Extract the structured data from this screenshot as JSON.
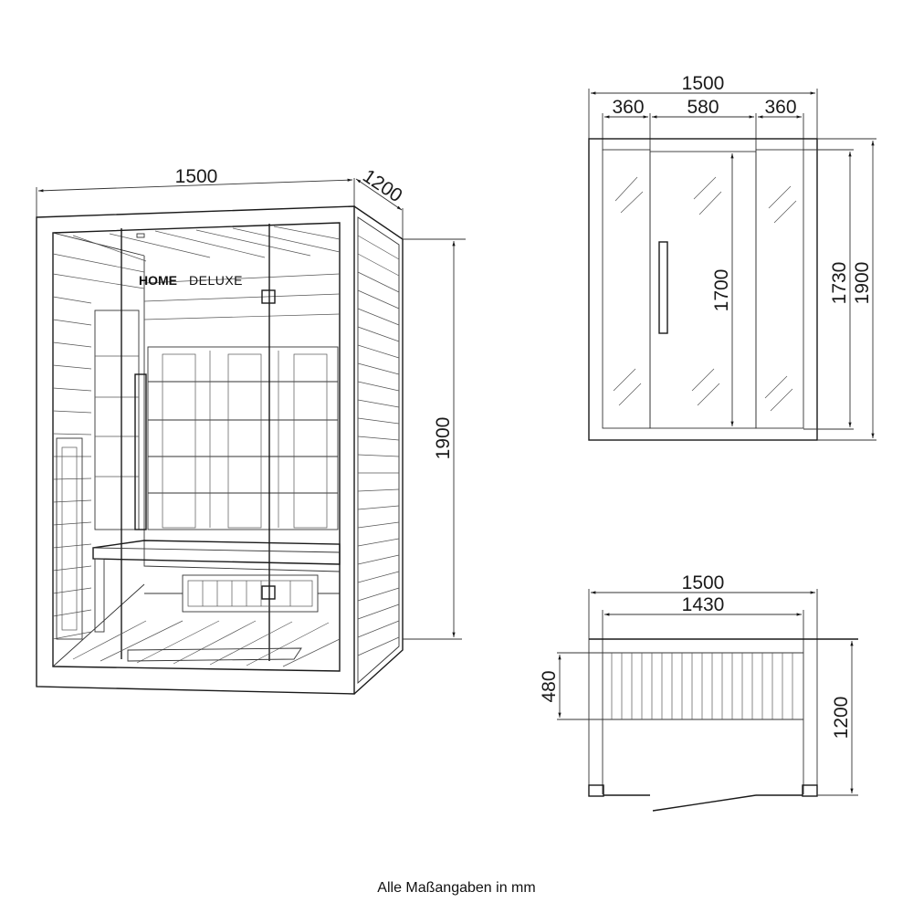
{
  "brand": {
    "logo_bold": "HOME",
    "logo_light": "DELUXE"
  },
  "perspective_view": {
    "width_label": "1500",
    "depth_label": "1200",
    "height_label": "1900"
  },
  "front_view": {
    "total_width_label": "1500",
    "left_panel_label": "360",
    "door_label": "580",
    "right_panel_label": "360",
    "door_height_label": "1700",
    "glass_height_label": "1730",
    "total_height_label": "1900"
  },
  "top_view": {
    "outer_width_label": "1500",
    "inner_width_label": "1430",
    "bench_depth_label": "480",
    "depth_label": "1200"
  },
  "footer": {
    "note": "Alle Maßangaben in mm"
  },
  "colors": {
    "line": "#1a1a1a",
    "background": "#ffffff"
  }
}
